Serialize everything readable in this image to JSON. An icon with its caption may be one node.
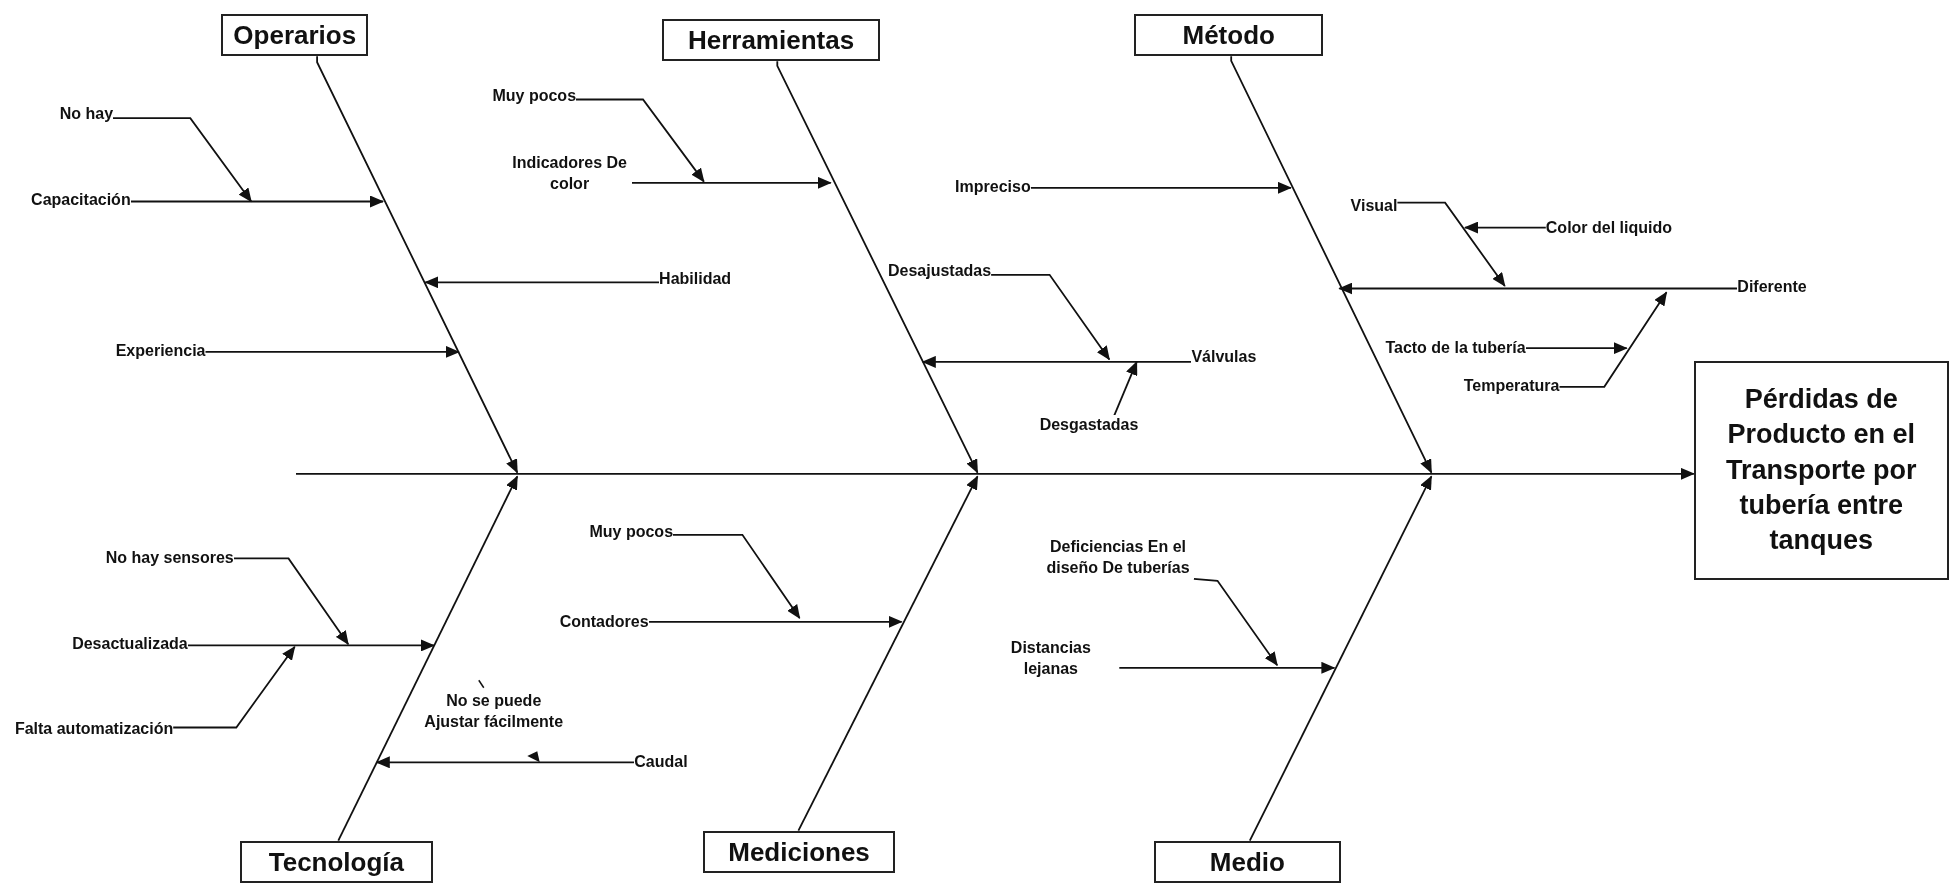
{
  "diagram": {
    "nodes": [
      {
        "text": [
          "Operarios"
        ]
      },
      {
        "text": [
          "Herramientas"
        ]
      },
      {
        "text": [
          "Método"
        ]
      },
      {
        "text": [
          "Pérdidas de Producto en el Transporte por tubería entre tanques"
        ]
      },
      {
        "text": [
          "Tecnología"
        ]
      },
      {
        "text": [
          "Mediciones"
        ]
      },
      {
        "text": [
          "Medio"
        ]
      },
      {
        "text": [
          "No hay"
        ]
      },
      {
        "text": [
          "Capacitación"
        ]
      },
      {
        "text": [
          "Habilidad"
        ]
      },
      {
        "text": [
          "Experiencia"
        ]
      },
      {
        "text": [
          "Muy pocos"
        ]
      },
      {
        "text": [
          "Indicadores De color"
        ]
      },
      {
        "text": [
          "Impreciso"
        ]
      },
      {
        "text": [
          "Desajustadas"
        ]
      },
      {
        "text": [
          "Válvulas"
        ]
      },
      {
        "text": [
          "Desgastadas"
        ]
      },
      {
        "text": [
          "Color del liquido"
        ]
      },
      {
        "text": [
          "Diferente"
        ]
      },
      {
        "text": [
          "Tacto de la tubería"
        ]
      },
      {
        "text": [
          "Temperatura"
        ]
      },
      {
        "text": [
          "No hay sensores"
        ]
      },
      {
        "text": [
          "Desactualizada"
        ]
      },
      {
        "text": [
          "Falta automatización"
        ]
      },
      {
        "text": [
          "Muy pocos"
        ]
      },
      {
        "text": [
          "Contadores"
        ]
      },
      {
        "text": [
          "Caudal"
        ]
      },
      {
        "text": [
          "Deficiencias En el diseño De tuberías"
        ]
      },
      {
        "text": [
          "Distancias lejanas"
        ]
      },
      {
        "text": [
          "Visual"
        ]
      }
    ],
    "edges": [
      {
        "from": null,
        "to": 3,
        "arrow": "to"
      },
      {
        "from": 0,
        "to": null,
        "arrow": "to"
      },
      {
        "from": 1,
        "to": null,
        "arrow": "to"
      },
      {
        "from": 2,
        "to": null,
        "arrow": "to"
      },
      {
        "from": 4,
        "to": null,
        "arrow": "to"
      },
      {
        "from": 5,
        "to": null,
        "arrow": "to"
      },
      {
        "from": 6,
        "to": null,
        "arrow": "to"
      },
      {
        "from": 7,
        "to": null,
        "arrow": "to"
      },
      {
        "from": 8,
        "to": null,
        "arrow": "to"
      },
      {
        "from": 9,
        "to": null,
        "arrow": "to"
      },
      {
        "from": 10,
        "to": null,
        "arrow": "to"
      },
      {
        "from": 11,
        "to": null,
        "arrow": "to"
      },
      {
        "from": 12,
        "to": null,
        "arrow": "to"
      },
      {
        "from": 13,
        "to": null,
        "arrow": "to"
      },
      {
        "from": 14,
        "to": null,
        "arrow": "to"
      },
      {
        "from": 15,
        "to": null,
        "arrow": "to"
      },
      {
        "from": 16,
        "to": null,
        "arrow": "to"
      },
      {
        "from": 17,
        "to": null,
        "arrow": "to"
      },
      {
        "from": 18,
        "to": null,
        "arrow": "to"
      },
      {
        "from": 19,
        "to": null,
        "arrow": "to"
      },
      {
        "from": 20,
        "to": null,
        "arrow": "to"
      },
      {
        "from": 21,
        "to": null,
        "arrow": "to"
      },
      {
        "from": 22,
        "to": null,
        "arrow": "to"
      },
      {
        "from": 23,
        "to": null,
        "arrow": "to"
      },
      {
        "from": 24,
        "to": null,
        "arrow": "to"
      },
      {
        "from": 25,
        "to": null,
        "arrow": "to"
      },
      {
        "from": 26,
        "to": null,
        "arrow": "to"
      },
      {
        "from": 27,
        "to": null,
        "arrow": "to"
      },
      {
        "from": 28,
        "to": null,
        "arrow": "to"
      },
      {
        "from": 29,
        "to": null,
        "arrow": "to"
      }
    ],
    "labels": [
      "No se puede Ajustar fácilmente"
    ]
  }
}
